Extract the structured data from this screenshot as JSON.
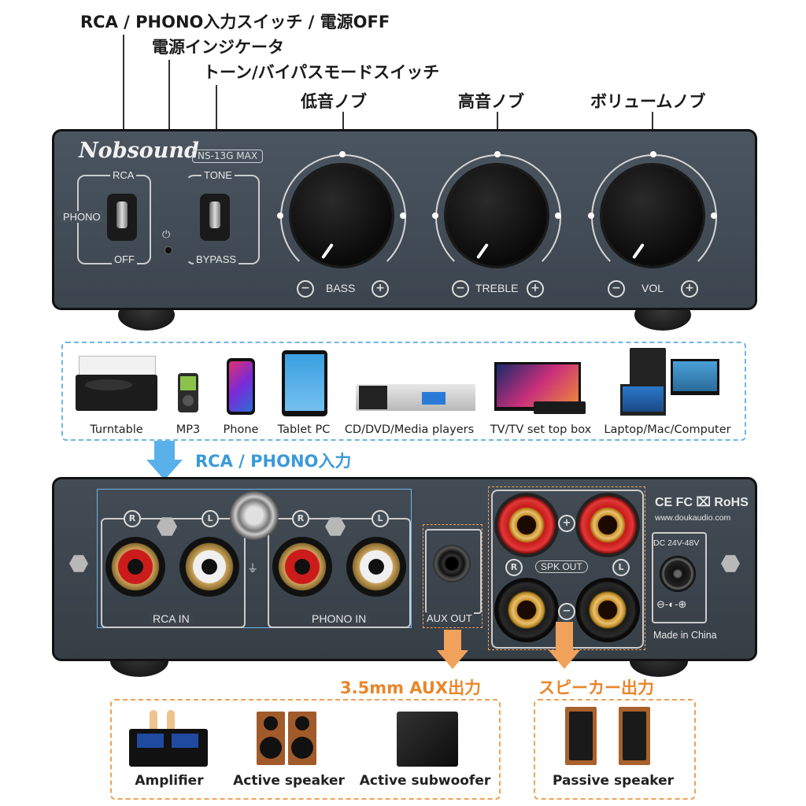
{
  "callouts": {
    "input_switch": "RCA / PHONO入力スイッチ / 電源OFF",
    "power_indicator": "電源インジケータ",
    "tone_switch": "トーン/バイパスモードスイッチ",
    "bass_knob": "低音ノブ",
    "treble_knob": "高音ノブ",
    "volume_knob": "ボリュームノブ"
  },
  "front": {
    "brand": "Nobsound",
    "model": "NS-13G MAX",
    "left_switch": {
      "top": "RCA",
      "side": "PHONO",
      "bottom": "OFF"
    },
    "right_switch": {
      "top": "TONE",
      "bottom": "BYPASS"
    },
    "knobs": [
      {
        "label": "BASS",
        "minus": "−",
        "plus": "+"
      },
      {
        "label": "TREBLE",
        "minus": "−",
        "plus": "+"
      },
      {
        "label": "VOL",
        "minus": "−",
        "plus": "+"
      }
    ]
  },
  "sources": {
    "items": [
      "Turntable",
      "MP3",
      "Phone",
      "Tablet PC",
      "CD/DVD/Media players",
      "TV/TV set top box",
      "Laptop/Mac/Computer"
    ],
    "input_caption": "RCA / PHONO入力"
  },
  "rear": {
    "rca_in": "RCA IN",
    "phono_in": "PHONO IN",
    "r": "R",
    "l": "L",
    "aux_out": "AUX OUT",
    "spk_out": "SPK OUT",
    "plus": "+",
    "minus": "−",
    "certs": "CE FC ⌧ RoHS",
    "website": "www.doukaudio.com",
    "dc": "DC 24V-48V",
    "made_in": "Made in China"
  },
  "outputs": {
    "aux_caption": "3.5mm AUX出力",
    "speaker_caption": "スピーカー出力",
    "aux_items": [
      "Amplifier",
      "Active speaker",
      "Active subwoofer"
    ],
    "speaker_items": [
      "Passive speaker"
    ]
  },
  "colors": {
    "blue_accent": "#3a9ad9",
    "orange_accent": "#e9862b",
    "panel": "#454f58"
  }
}
